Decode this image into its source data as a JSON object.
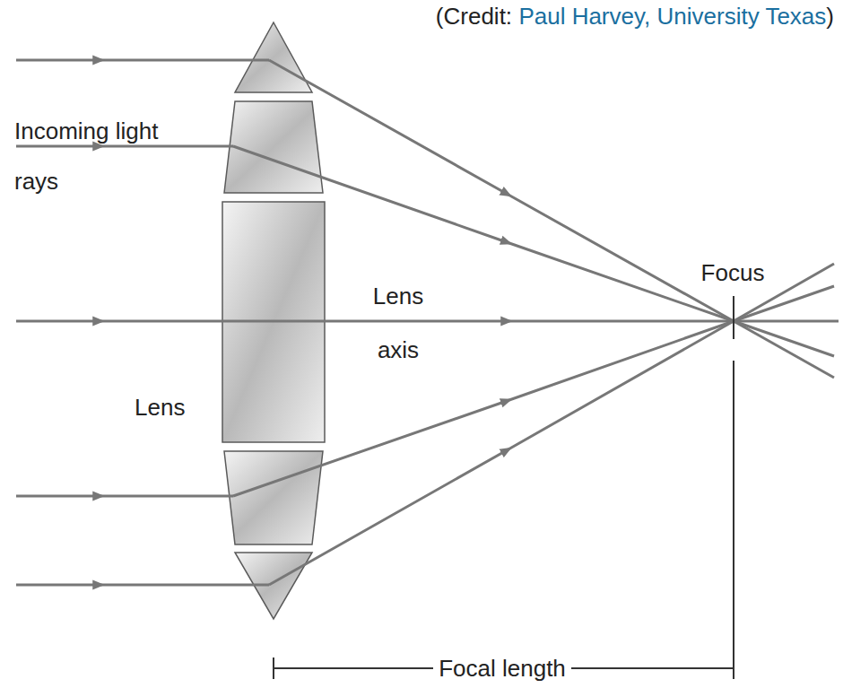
{
  "diagram": {
    "labels": [
      "(Credit:",
      "Paul Harvey, University Texas",
      ")",
      "Incoming light rays",
      "Lens axis",
      "Focus",
      "Lens",
      "Focal length"
    ]
  }
}
